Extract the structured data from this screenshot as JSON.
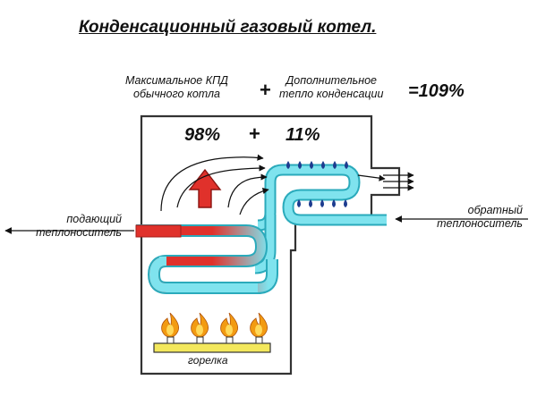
{
  "title": "Конденсационный газовый котел.",
  "formula": {
    "term1_line1": "Максимальное КПД",
    "term1_line2": "обычного котла",
    "plus": "+",
    "term2_line1": "Дополнительное",
    "term2_line2": "тепло конденсации",
    "result": "=109%"
  },
  "values": {
    "left": "98%",
    "plus": "+",
    "right": "11%"
  },
  "supply": {
    "line1": "подающий",
    "line2": "теплоноситель"
  },
  "return": {
    "line1": "обратный",
    "line2": "теплоноситель"
  },
  "burner_label": "горелка",
  "colors": {
    "hot_pipe": "#e0312b",
    "cold_pipe": "#7fe3ee",
    "cold_pipe_edge": "#2aaabb",
    "droplet": "#1d3c8f",
    "flame_outer": "#f29b12",
    "flame_inner": "#ffd95a",
    "burner": "#f3e85c",
    "housing": "#333333"
  }
}
